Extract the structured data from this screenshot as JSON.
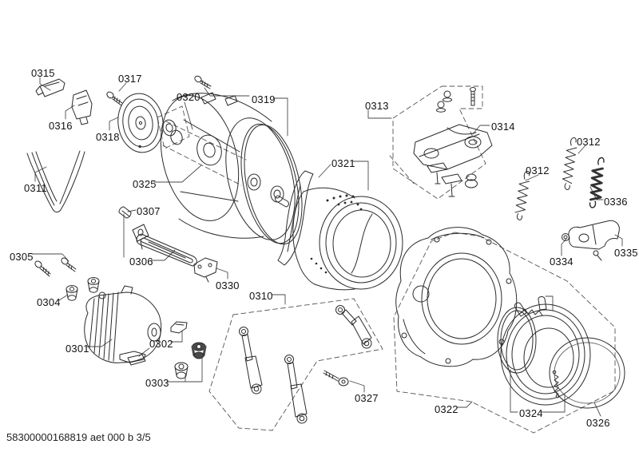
{
  "footer": {
    "doc_code": "58300000168819 aet 000 b 3/5"
  },
  "diagram": {
    "line_color": "#2b2b2b",
    "background": "#ffffff",
    "labels": [
      {
        "name": "0315",
        "text": "0315"
      },
      {
        "name": "0317",
        "text": "0317"
      },
      {
        "name": "0316",
        "text": "0316"
      },
      {
        "name": "0318",
        "text": "0318"
      },
      {
        "name": "0320",
        "text": "0320"
      },
      {
        "name": "0319",
        "text": "0319"
      },
      {
        "name": "0313",
        "text": "0313"
      },
      {
        "name": "0314",
        "text": "0314"
      },
      {
        "name": "0312-upper",
        "text": "0312"
      },
      {
        "name": "0312-lower",
        "text": "0312"
      },
      {
        "name": "0336",
        "text": "0336"
      },
      {
        "name": "0311",
        "text": "0311"
      },
      {
        "name": "0325",
        "text": "0325"
      },
      {
        "name": "0321",
        "text": "0321"
      },
      {
        "name": "0307",
        "text": "0307"
      },
      {
        "name": "0306",
        "text": "0306"
      },
      {
        "name": "0305",
        "text": "0305"
      },
      {
        "name": "0330",
        "text": "0330"
      },
      {
        "name": "0304",
        "text": "0304"
      },
      {
        "name": "0334",
        "text": "0334"
      },
      {
        "name": "0335",
        "text": "0335"
      },
      {
        "name": "0310",
        "text": "0310"
      },
      {
        "name": "0301",
        "text": "0301"
      },
      {
        "name": "0302",
        "text": "0302"
      },
      {
        "name": "0303",
        "text": "0303"
      },
      {
        "name": "0327",
        "text": "0327"
      },
      {
        "name": "0322",
        "text": "0322"
      },
      {
        "name": "0324",
        "text": "0324"
      },
      {
        "name": "0326",
        "text": "0326"
      }
    ]
  }
}
